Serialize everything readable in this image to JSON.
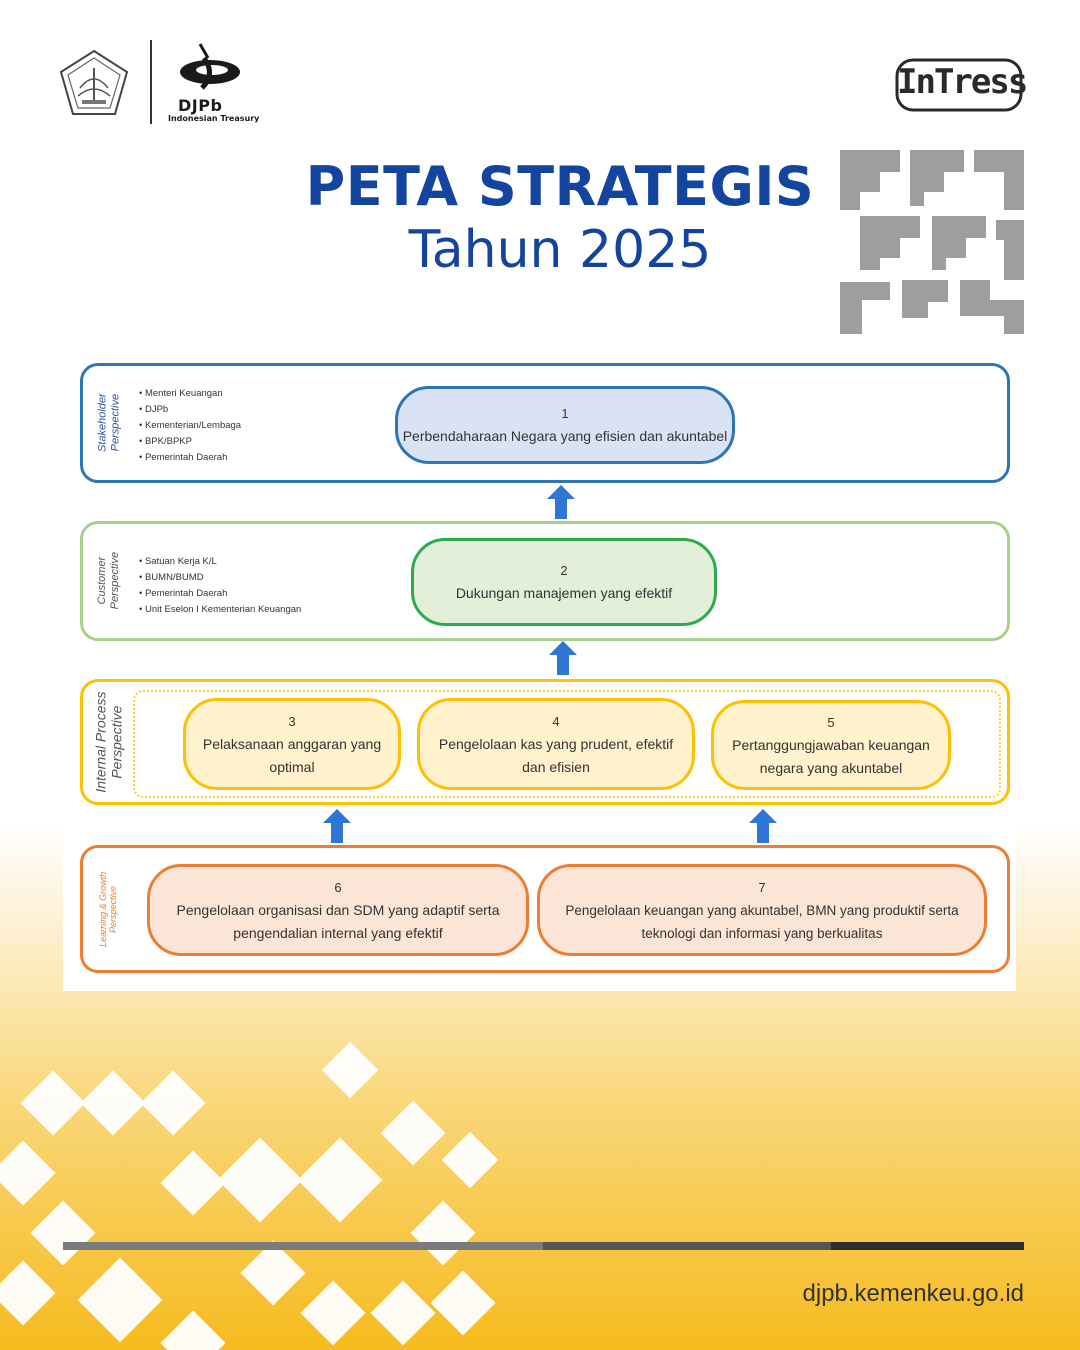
{
  "header": {
    "org_short": "DJPb",
    "org_sub": "Indonesian Treasury",
    "brand": "InTress"
  },
  "title": {
    "main": "PETA STRATEGIS",
    "sub": "Tahun 2025"
  },
  "perspectives": {
    "stakeholder": {
      "label_line1": "Stakeholder",
      "label_line2": "Perspective",
      "bullets": [
        "Menteri Keuangan",
        "DJPb",
        "Kementerian/Lembaga",
        "BPK/BPKP",
        "Pemerintah Daerah"
      ],
      "color": "#2e75b6"
    },
    "customer": {
      "label_line1": "Customer",
      "label_line2": "Perspective",
      "bullets": [
        "Satuan Kerja K/L",
        "BUMN/BUMD",
        "Pemerintah Daerah",
        "Unit Eselon I Kementerian Keuangan"
      ],
      "color": "#a9d18e"
    },
    "internal": {
      "label_line1": "Internal Process",
      "label_line2": "Perspective",
      "color": "#ffc000"
    },
    "learning": {
      "label_line1": "Learning & Growth",
      "label_line2": "Perspective",
      "color": "#ed7d31"
    }
  },
  "objectives": [
    {
      "num": "1",
      "line1": "Perbendaharaan Negara yang efisien dan akuntabel",
      "line2": ""
    },
    {
      "num": "2",
      "line1": "Dukungan manajemen yang efektif",
      "line2": ""
    },
    {
      "num": "3",
      "line1": "Pelaksanaan anggaran yang",
      "line2": "optimal"
    },
    {
      "num": "4",
      "line1": "Pengelolaan kas yang prudent, efektif",
      "line2": "dan efisien"
    },
    {
      "num": "5",
      "line1": "Pertanggungjawaban keuangan",
      "line2": "negara yang akuntabel"
    },
    {
      "num": "6",
      "line1": "Pengelolaan organisasi dan SDM yang adaptif serta",
      "line2": "pengendalian internal yang efektif"
    },
    {
      "num": "7",
      "line1": "Pengelolaan keuangan yang akuntabel, BMN yang produktif serta",
      "line2": "teknologi dan informasi yang berkualitas"
    }
  ],
  "footer": {
    "url": "djpb.kemenkeu.go.id"
  },
  "colors": {
    "title": "#1344a0",
    "arrow": "#2e75d6",
    "background_bottom": "#f6bb1e"
  }
}
